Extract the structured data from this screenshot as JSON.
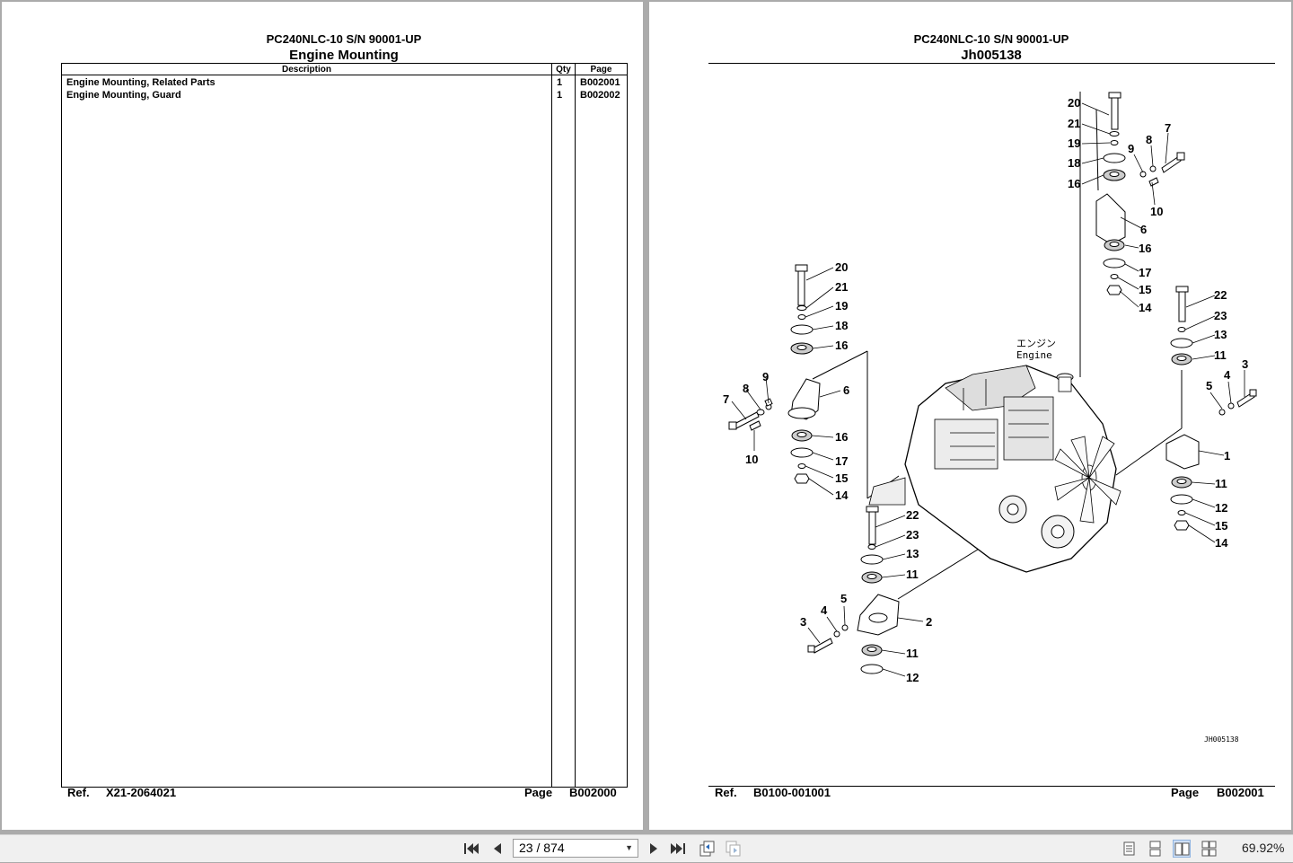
{
  "left_page": {
    "model": "PC240NLC-10 S/N 90001-UP",
    "title": "Engine Mounting",
    "columns": {
      "description": "Description",
      "qty": "Qty",
      "page": "Page"
    },
    "rows": [
      {
        "description": "Engine Mounting, Related Parts",
        "qty": "1",
        "page": "B002001"
      },
      {
        "description": "Engine Mounting, Guard",
        "qty": "1",
        "page": "B002002"
      }
    ],
    "footer": {
      "ref_label": "Ref.",
      "ref_value": "X21-2064021",
      "page_label": "Page",
      "page_value": "B002000"
    }
  },
  "right_page": {
    "model": "PC240NLC-10 S/N 90001-UP",
    "title": "Jh005138",
    "engine_label_jp": "エンジン",
    "engine_label_en": "Engine",
    "image_code": "JH005138",
    "callouts": [
      "20",
      "21",
      "19",
      "18",
      "16",
      "9",
      "8",
      "7",
      "10",
      "6",
      "16",
      "17",
      "15",
      "14",
      "22",
      "23",
      "13",
      "11",
      "5",
      "4",
      "3",
      "1",
      "11",
      "12",
      "15",
      "14",
      "20",
      "21",
      "19",
      "18",
      "16",
      "9",
      "8",
      "7",
      "10",
      "6",
      "16",
      "17",
      "15",
      "14",
      "22",
      "23",
      "13",
      "11",
      "5",
      "4",
      "3",
      "2",
      "11",
      "12"
    ],
    "footer": {
      "ref_label": "Ref.",
      "ref_value": "B0100-001001",
      "page_label": "Page",
      "page_value": "B002001"
    }
  },
  "toolbar": {
    "first_icon": "first-page-icon",
    "prev_icon": "previous-page-icon",
    "page_indicator": "23 / 874",
    "next_icon": "next-page-icon",
    "last_icon": "last-page-icon",
    "zoom": "69.92%"
  }
}
